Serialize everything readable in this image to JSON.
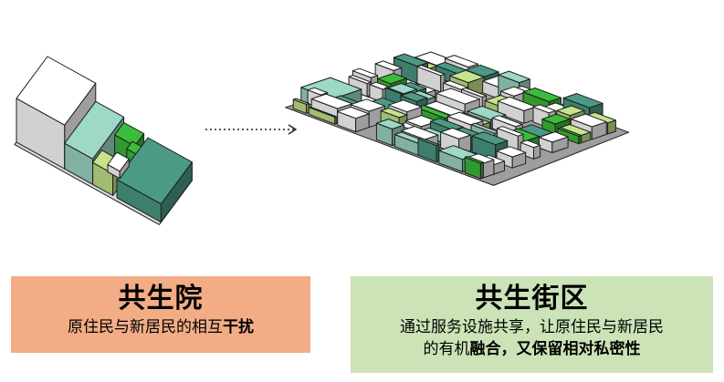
{
  "left_panel": {
    "title": "共生院",
    "desc_normal": "原住民与新居民的相互",
    "desc_bold": "干扰"
  },
  "right_panel": {
    "title": "共生街区",
    "line1": "通过服务设施共享，让原住民与新居民",
    "line2_normal": "的有机",
    "line2_bold": "融合，又保留相对私密性"
  },
  "colors": {
    "left_panel_bg": "#f2ad86",
    "right_panel_bg": "#cbe3b7",
    "teal": "#9ed8c6",
    "teal_dark": "#4c9a85",
    "bright_green": "#3dbb3a",
    "lime": "#c6e48b",
    "block_white": "#ffffff",
    "shadow_gray": "#9e9e9e"
  },
  "icons": [
    "dotted-arrow-icon"
  ]
}
